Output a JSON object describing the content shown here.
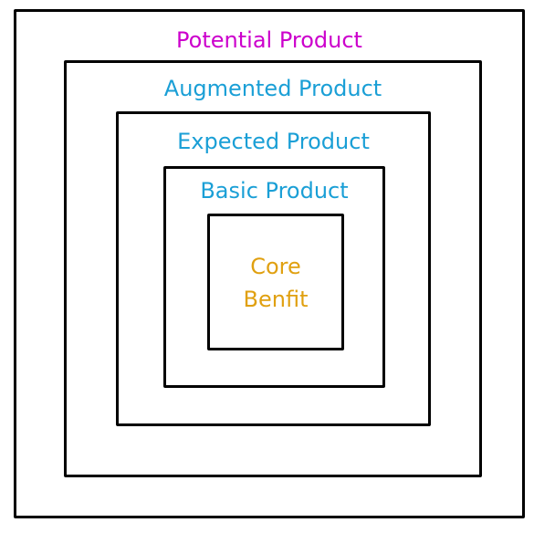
{
  "diagram": {
    "levels": [
      {
        "id": "potential",
        "label": "Potential Product",
        "color": "#cc00cc"
      },
      {
        "id": "augmented",
        "label": "Augmented Product",
        "color": "#1a9fd6"
      },
      {
        "id": "expected",
        "label": "Expected Product",
        "color": "#1a9fd6"
      },
      {
        "id": "basic",
        "label": "Basic Product",
        "color": "#1a9fd6"
      },
      {
        "id": "core",
        "label_lines": [
          "Core",
          "Benfit"
        ],
        "color": "#e0a010"
      }
    ],
    "border_color": "#000000"
  }
}
